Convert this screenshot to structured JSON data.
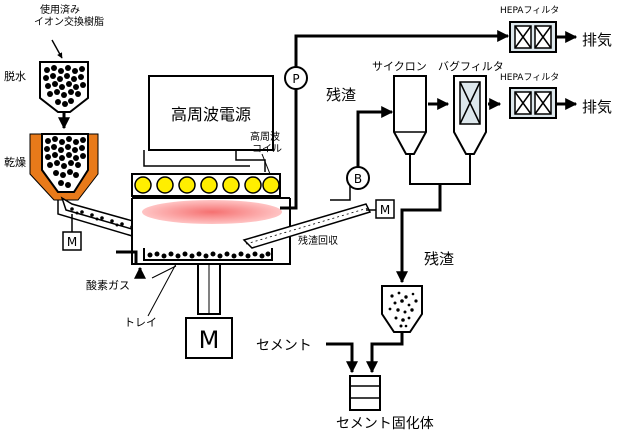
{
  "labels": {
    "used_resin_line1": "使用済み",
    "used_resin_line2": "イオン交換樹脂",
    "dewater": "脱水",
    "dry": "乾燥",
    "hf_power": "高周波電源",
    "hf_coil_line1": "高周波",
    "hf_coil_line2": "コイル",
    "pump_p": "P",
    "blower_b": "B",
    "motor_m": "M",
    "residue_top": "残渣",
    "cyclone": "サイクロン",
    "bag_filter": "バグフィルタ",
    "hepa_top": "HEPAフィルタ",
    "hepa_mid": "HEPAフィルタ",
    "exhaust_top": "排気",
    "exhaust_mid": "排気",
    "residue_recovery": "残渣回収",
    "residue_mid": "残渣",
    "oxygen_gas": "酸素ガス",
    "tray": "トレイ",
    "cement": "セメント",
    "cement_solid": "セメント固化体"
  },
  "colors": {
    "line": "#000000",
    "coil_fill": "#ffee00",
    "furnace_fill": "#ffffff",
    "dryer_jacket": "#e87a1a",
    "plasma_fill": "#ffaaaa",
    "plasma_core": "#f06a6a",
    "hepa_fill": "#dde7ec"
  },
  "icons": [
    "motor-icon",
    "pump-icon",
    "blower-icon",
    "hepa-filter-icon",
    "arrow-icon"
  ]
}
